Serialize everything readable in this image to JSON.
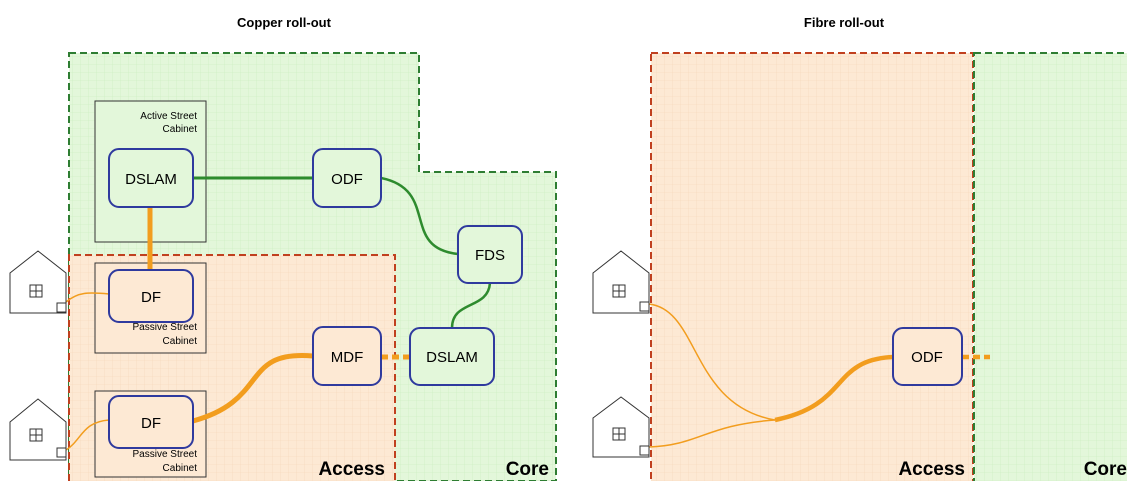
{
  "colors": {
    "access_fill": "#fde9d4",
    "access_border": "#c0401f",
    "core_fill": "#e3f7da",
    "core_border": "#2e7d32",
    "node_border": "#2f3a9e",
    "copper_line": "#f29d1e",
    "fibre_line": "#2e8b2e"
  },
  "icons": {
    "house": "house-icon",
    "window": "window-icon"
  },
  "copper": {
    "title": "Copper roll-out",
    "active_cabinet_label_1": "Active Street",
    "active_cabinet_label_2": "Cabinet",
    "dslam_top": "DSLAM",
    "odf": "ODF",
    "fds": "FDS",
    "df_top": "DF",
    "df_bottom": "DF",
    "passive_cabinet_label_1": "Passive Street",
    "passive_cabinet_label_2": "Cabinet",
    "mdf": "MDF",
    "dslam_core": "DSLAM",
    "zone_access": "Access",
    "zone_core": "Core"
  },
  "fibre": {
    "title": "Fibre roll-out",
    "odf": "ODF",
    "zone_access": "Access",
    "zone_core": "Core"
  }
}
